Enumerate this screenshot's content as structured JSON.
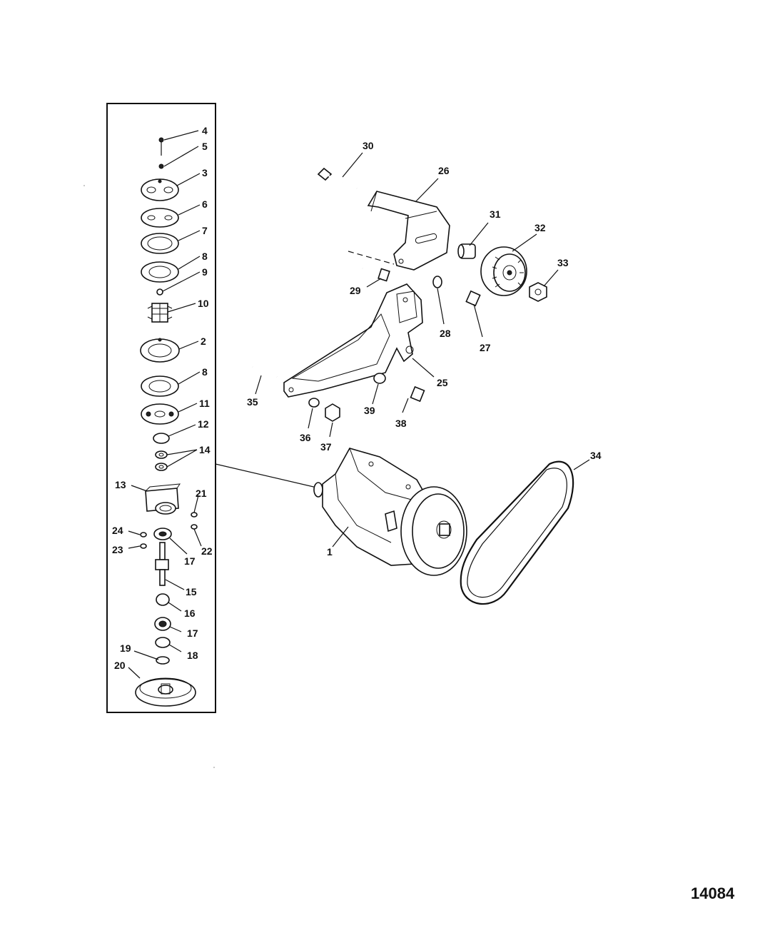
{
  "figure_number": "14084",
  "callouts": {
    "c1": "1",
    "c2": "2",
    "c3": "3",
    "c4": "4",
    "c5": "5",
    "c6": "6",
    "c7": "7",
    "c8a": "8",
    "c8b": "8",
    "c9": "9",
    "c10": "10",
    "c11": "11",
    "c12": "12",
    "c13": "13",
    "c14": "14",
    "c15": "15",
    "c16": "16",
    "c17a": "17",
    "c17b": "17",
    "c18": "18",
    "c19": "19",
    "c20": "20",
    "c21": "21",
    "c22": "22",
    "c23": "23",
    "c24": "24",
    "c25": "25",
    "c26": "26",
    "c27": "27",
    "c28": "28",
    "c29": "29",
    "c30": "30",
    "c31": "31",
    "c32": "32",
    "c33": "33",
    "c34": "34",
    "c35": "35",
    "c36": "36",
    "c37": "37",
    "c38": "38",
    "c39": "39"
  }
}
